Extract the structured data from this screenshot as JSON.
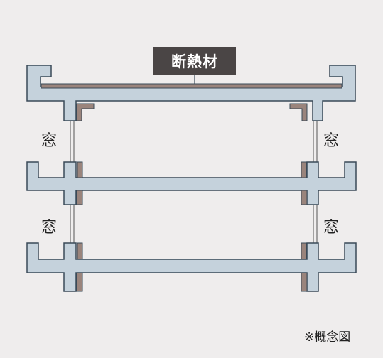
{
  "insulation_label": "断熱材",
  "window_label": "窓",
  "note": "※概念図",
  "colors": {
    "background": "#efeded",
    "concrete": "#c5d2dc",
    "outline": "#3a4a58",
    "insulation": "#9a847c",
    "label_box": "#4a4545"
  }
}
